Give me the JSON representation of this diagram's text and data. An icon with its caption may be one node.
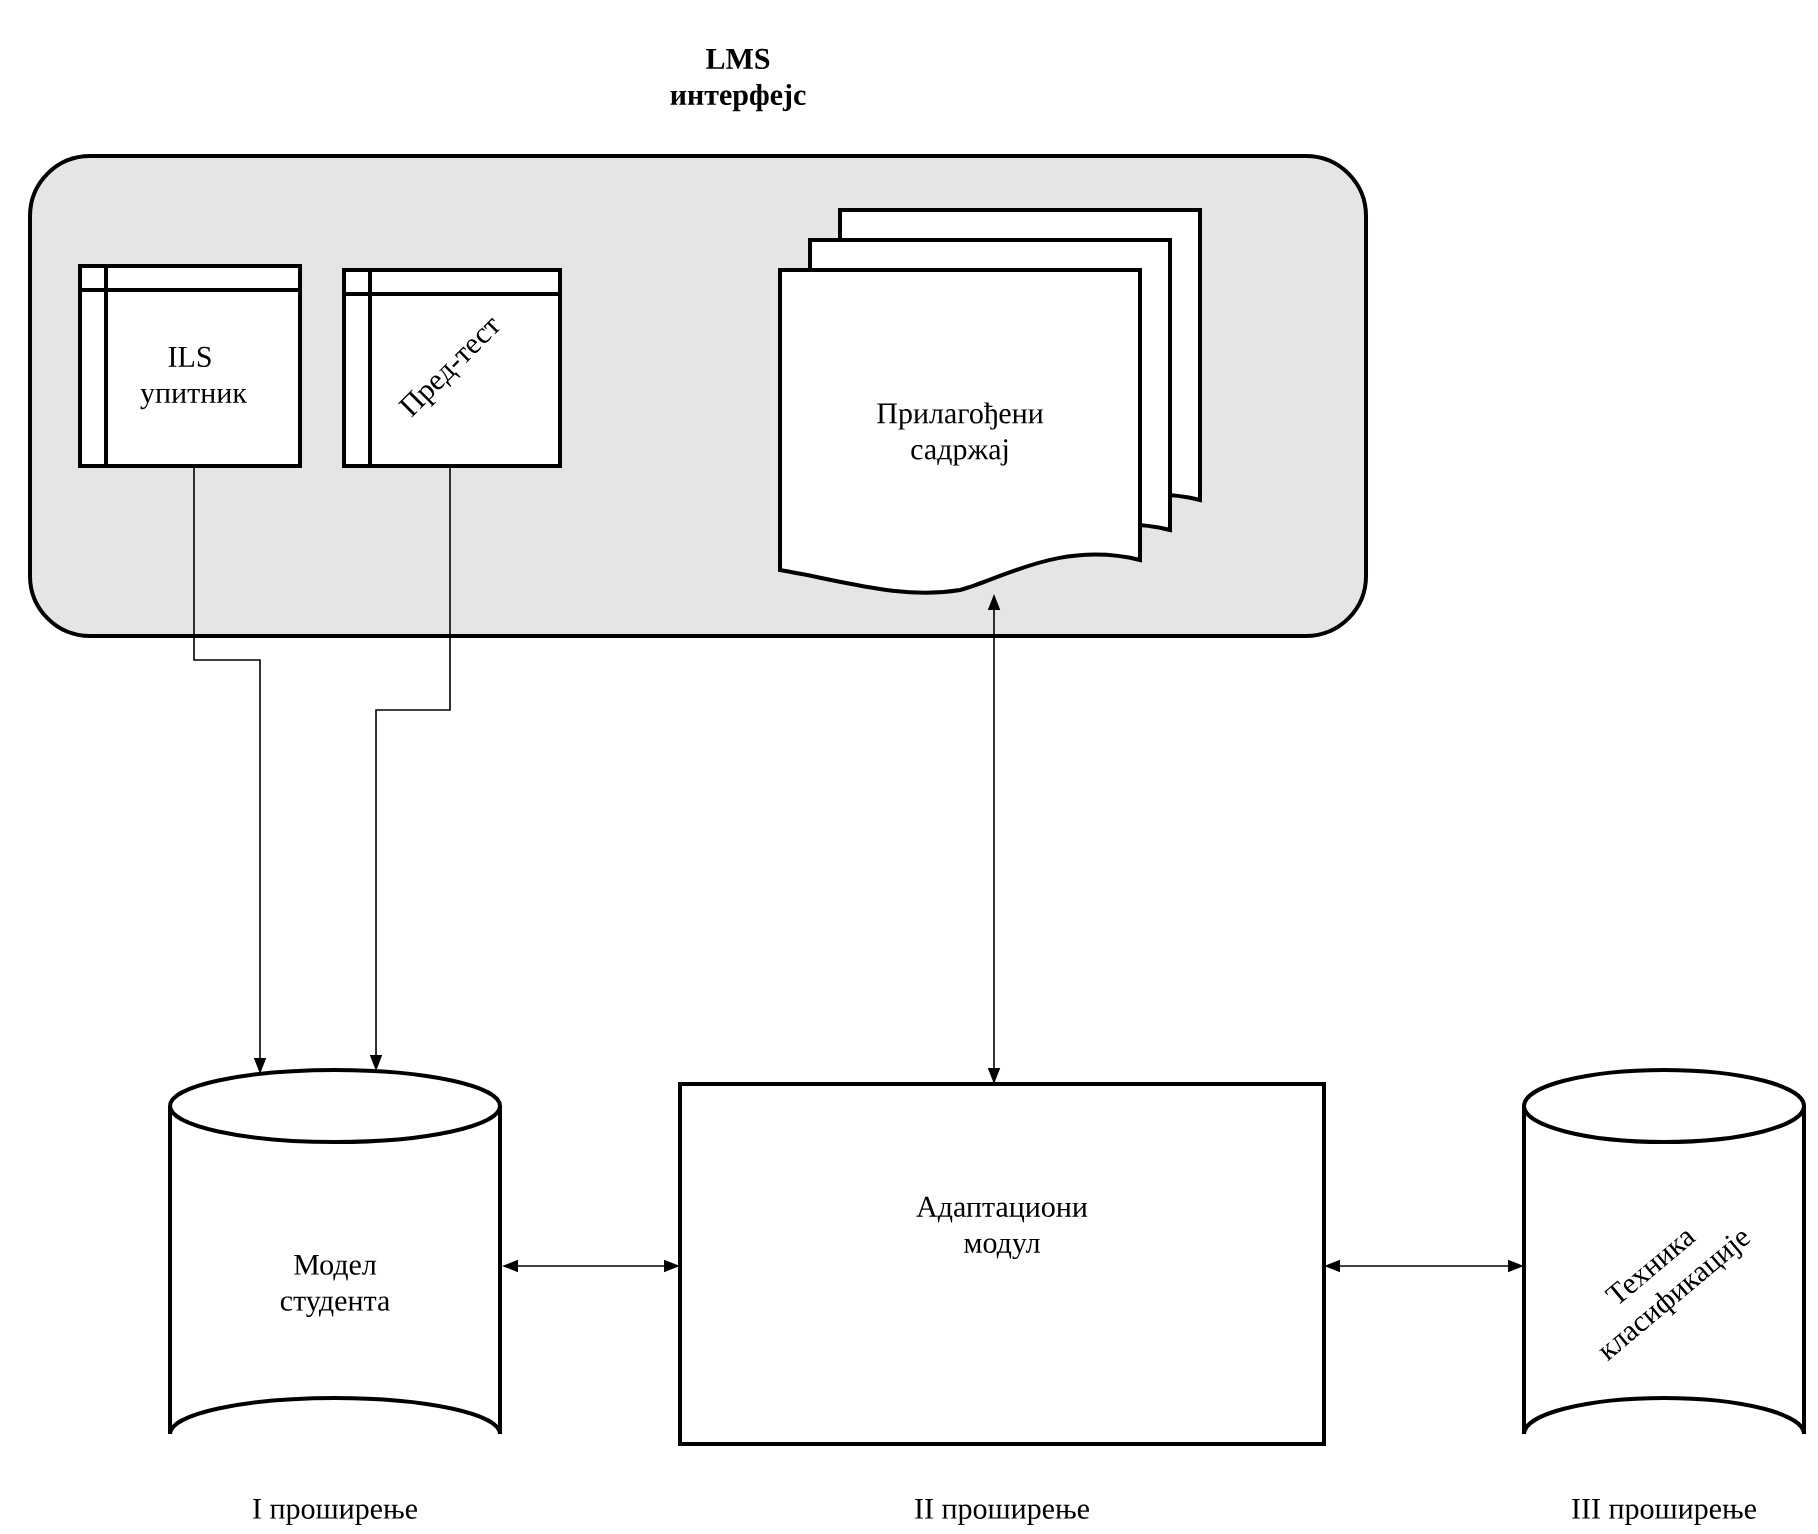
{
  "diagram": {
    "nodes": [
      {
        "text": [
          "LMS интерфејс"
        ]
      },
      {
        "text": [
          "ILS упитник"
        ],
        "in": 0
      },
      {
        "text": [
          "Пред-тест"
        ],
        "in": 0
      },
      {
        "text": [
          "Прилагођени садржај"
        ],
        "in": 0
      },
      {
        "text": [
          "Модел студента"
        ],
        "beside": [
          "I проширење"
        ]
      },
      {
        "text": [
          "Адаптациони модул"
        ],
        "beside": [
          "II проширење"
        ]
      },
      {
        "text": [
          "Техника класификације"
        ],
        "beside": [
          "III проширење"
        ]
      }
    ],
    "edges": [
      {
        "from": 1,
        "to": 4,
        "arrow": "to"
      },
      {
        "from": 2,
        "to": 4,
        "arrow": "to"
      },
      {
        "from": 5,
        "to": 3,
        "arrow": "both"
      },
      {
        "from": 4,
        "to": 5,
        "arrow": "both"
      },
      {
        "from": 5,
        "to": 6,
        "arrow": "both"
      }
    ]
  }
}
